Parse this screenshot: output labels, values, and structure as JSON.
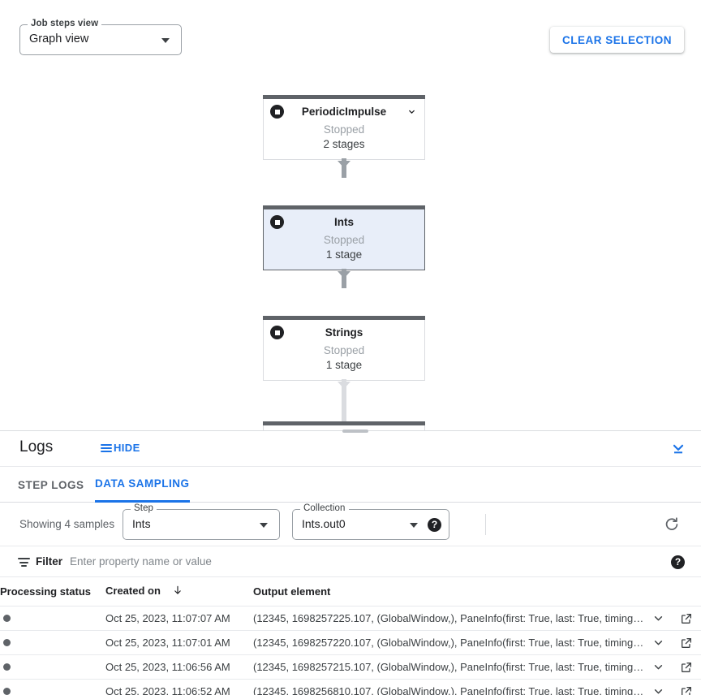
{
  "graph": {
    "view_select": {
      "label": "Job steps view",
      "value": "Graph view",
      "icon": "chevron-down-icon"
    },
    "clear_selection_label": "CLEAR SELECTION",
    "nodes": [
      {
        "title": "PeriodicImpulse",
        "status": "Stopped",
        "stages": "2 stages",
        "selected": false,
        "has_chevron": true,
        "status_icon": "stop-icon"
      },
      {
        "title": "Ints",
        "status": "Stopped",
        "stages": "1 stage",
        "selected": true,
        "has_chevron": false,
        "status_icon": "stop-icon"
      },
      {
        "title": "Strings",
        "status": "Stopped",
        "stages": "1 stage",
        "selected": false,
        "has_chevron": false,
        "status_icon": "stop-icon"
      }
    ]
  },
  "logs": {
    "title": "Logs",
    "hide_label": "HIDE",
    "hide_icon": "list-icon",
    "collapse_icon": "collapse-down-icon",
    "tabs": [
      {
        "label": "STEP LOGS",
        "active": false
      },
      {
        "label": "DATA SAMPLING",
        "active": true
      }
    ],
    "controls": {
      "showing_text": "Showing 4 samples",
      "step": {
        "label": "Step",
        "value": "Ints"
      },
      "collection": {
        "label": "Collection",
        "value": "Ints.out0",
        "help_icon": "help-icon"
      },
      "refresh_icon": "refresh-icon"
    },
    "filter": {
      "icon": "filter-icon",
      "label": "Filter",
      "placeholder": "Enter property name or value",
      "help_icon": "help-icon"
    },
    "table": {
      "columns": [
        {
          "key": "status",
          "label": "Processing status"
        },
        {
          "key": "created",
          "label": "Created on",
          "sorted": "desc",
          "sort_icon": "arrow-down-icon"
        },
        {
          "key": "output",
          "label": "Output element"
        }
      ],
      "rows": [
        {
          "status_dot": "●",
          "created": "Oct 25, 2023, 11:07:07 AM",
          "output": "(12345, 1698257225.107, (GlobalWindow,), PaneInfo(first: True, last: True, timing…",
          "expand_icon": "chevron-down-icon",
          "open_icon": "open-in-new-icon"
        },
        {
          "status_dot": "●",
          "created": "Oct 25, 2023, 11:07:01 AM",
          "output": "(12345, 1698257220.107, (GlobalWindow,), PaneInfo(first: True, last: True, timing…",
          "expand_icon": "chevron-down-icon",
          "open_icon": "open-in-new-icon"
        },
        {
          "status_dot": "●",
          "created": "Oct 25, 2023, 11:06:56 AM",
          "output": "(12345, 1698257215.107, (GlobalWindow,), PaneInfo(first: True, last: True, timing…",
          "expand_icon": "chevron-down-icon",
          "open_icon": "open-in-new-icon"
        },
        {
          "status_dot": "●",
          "created": "Oct 25, 2023, 11:06:52 AM",
          "output": "(12345, 1698256810.107, (GlobalWindow,), PaneInfo(first: True, last: True, timing…",
          "expand_icon": "chevron-down-icon",
          "open_icon": "open-in-new-icon"
        }
      ]
    }
  },
  "colors": {
    "accent_blue": "#1a73e8",
    "node_selected_bg": "#e8eef9",
    "node_bar": "#5f6368",
    "text_primary": "#202124",
    "text_secondary": "#5f6368",
    "muted": "#9aa0a6"
  }
}
